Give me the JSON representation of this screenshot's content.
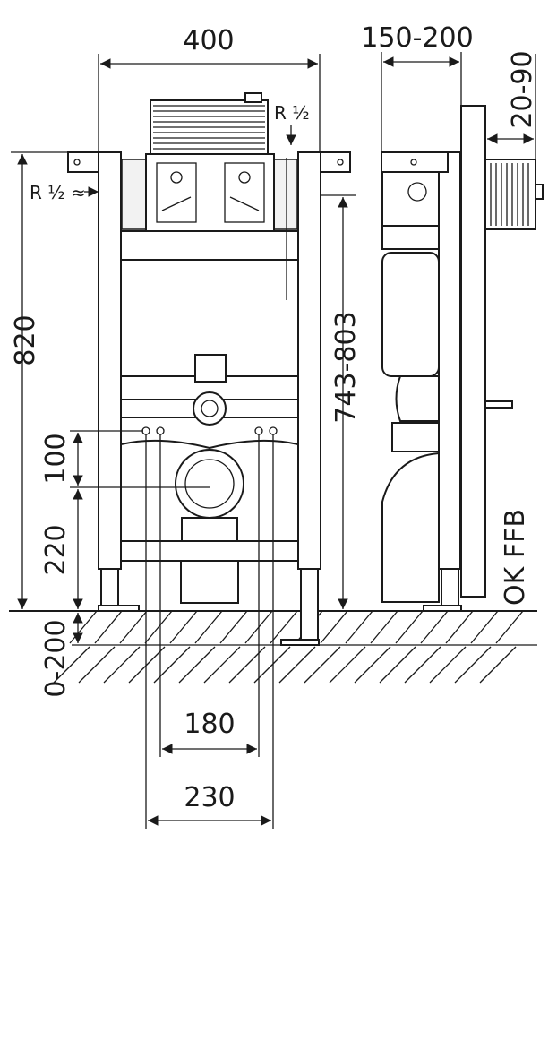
{
  "dimensions": {
    "width_total": "400",
    "depth_range": "150-200",
    "panel_offset": "20-90",
    "height_total": "820",
    "height_adjust": "743-803",
    "drain_offset": "100",
    "drain_height": "220",
    "floor_adjust": "0-200",
    "bolt_inner": "180",
    "bolt_outer": "230"
  },
  "labels": {
    "water_inlet_top": "R ½",
    "water_inlet_side": "R ½ ≈",
    "floor_reference": "OK FFB"
  },
  "colors": {
    "line": "#1a1a1a",
    "background": "#ffffff"
  }
}
